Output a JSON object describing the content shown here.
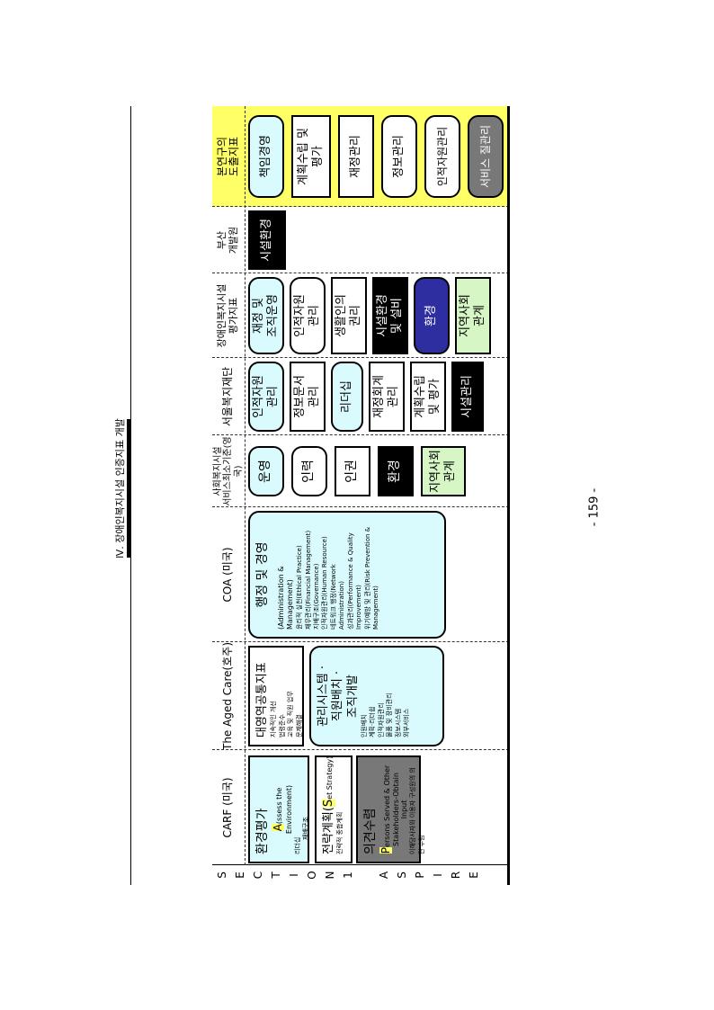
{
  "header": {
    "title": "Ⅳ. 장애인복지시설 인증지표 개발"
  },
  "page_number": "- 159 -",
  "columns": {
    "carf": "CARF (미국)",
    "aged": "The Aged Care(호주)",
    "coa": "COA (미국)",
    "ssi": "사회복지시설\n서비스최소기준(영국)",
    "seoul": "서울복지재단",
    "eval": "장애인복지시설\n평가지표",
    "busan": "부산\n개발원",
    "final": "본연구의\n도출지표"
  },
  "section_label": "SECTION1 ASPIRE",
  "carf": {
    "box1_title": "환경평가",
    "box1_en_initial": "A",
    "box1_en_rest": "ssess the Environment)",
    "box1_items": [
      "리더십",
      "재배구조"
    ],
    "box2_title_pre": "전략계획(",
    "box2_initial": "S",
    "box2_title_post": "et Strategy)",
    "box2_items": [
      "전략적 종합계획"
    ],
    "box3_title": "의견수렴",
    "box3_initial": "P",
    "box3_en": "ersons Served & Other Stakeholders-Obtain Input",
    "box3_items": [
      "이해당사자와 이용자 구성원의 의견 수렴"
    ]
  },
  "aged": {
    "box1_title": "대영역공통지표",
    "box1_items": [
      "지속적인 개선",
      "법령준수",
      "교육 및 직원 업무",
      "문제해결"
    ],
    "box2_title": "관리시스템 ·\n직원배치 ·\n조직개발",
    "box2_items": [
      "인원배치",
      "계획·리더쉽",
      "인적자원관리",
      "물품 및 장비관리",
      "정보시스템",
      "외부서비스"
    ]
  },
  "coa": {
    "title": "행정 및 경영",
    "en": "(Administration & Management)",
    "items": [
      "윤리적 실천(Ethical Practice)",
      "재무관리(Financial Management)",
      "지배구조(Governance)",
      "인적자원관리(Human Resource)",
      "네트워크 행정(Network Administration)",
      "성과관리(Performance & Quality Improvement)",
      "위기예방 및 관리(Risk Prevention & Management)"
    ]
  },
  "ssi": [
    "운영",
    "인력",
    "인권",
    "환경",
    "지역사회\n관계"
  ],
  "seoul": [
    "인적자원\n관리",
    "정보문서\n관리",
    "리더십",
    "재정회계\n관리",
    "계획수립\n및 평가",
    "시설관리"
  ],
  "eval": [
    "재정 및\n조직운영",
    "인적자원\n관리",
    "생활인의\n권리",
    "시설환경\n및 설비",
    "환경",
    "지역사회\n관계"
  ],
  "busan": [
    "시설환경"
  ],
  "final": [
    "책임경영",
    "계획수립 및\n평가",
    "재정관리",
    "정보관리",
    "인적자원관리",
    "서비스 질관리"
  ],
  "colors": {
    "yellow": "#ffff66",
    "cyan": "#d9fbfd",
    "navy": "#2e2ea0",
    "green": "#d6f6c6",
    "gray": "#787878"
  }
}
